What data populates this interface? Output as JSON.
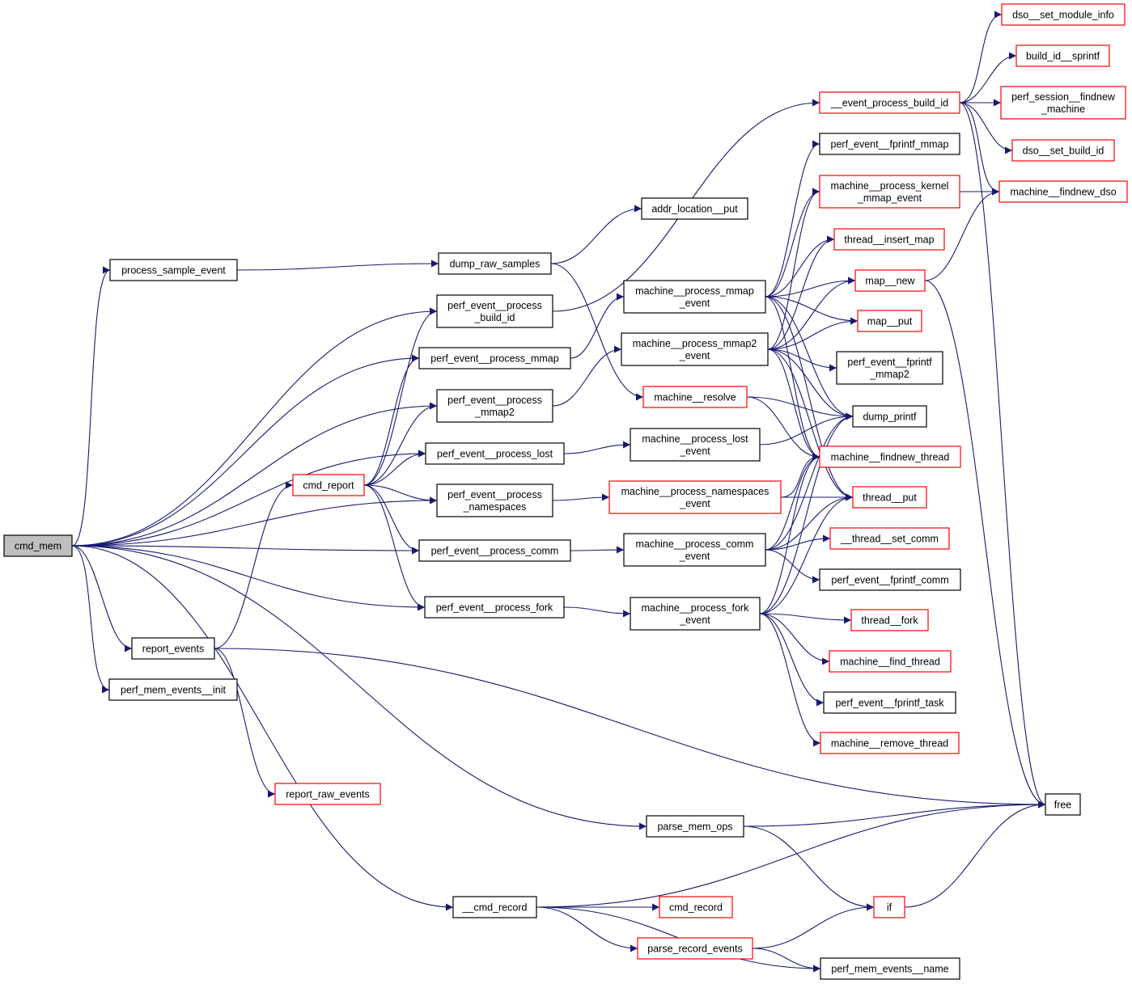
{
  "diagram": {
    "type": "call-graph",
    "colors": {
      "edge": "#191970",
      "root_fill": "#bfbfbf",
      "root_border": "#000000",
      "normal_border": "#000000",
      "truncated_border": "#ff0000",
      "node_fill": "#ffffff"
    },
    "nodes": [
      {
        "id": "cmd_mem",
        "lines": [
          "cmd_mem"
        ],
        "kind": "root"
      },
      {
        "id": "process_sample_event",
        "lines": [
          "process_sample_event"
        ],
        "kind": "normal"
      },
      {
        "id": "dump_raw_samples",
        "lines": [
          "dump_raw_samples"
        ],
        "kind": "normal"
      },
      {
        "id": "addr_location__put",
        "lines": [
          "addr_location__put"
        ],
        "kind": "normal"
      },
      {
        "id": "perf_event__process_build_id",
        "lines": [
          "perf_event__process",
          "_build_id"
        ],
        "kind": "normal"
      },
      {
        "id": "perf_event__process_mmap",
        "lines": [
          "perf_event__process_mmap"
        ],
        "kind": "normal"
      },
      {
        "id": "perf_event__process_mmap2",
        "lines": [
          "perf_event__process",
          "_mmap2"
        ],
        "kind": "normal"
      },
      {
        "id": "perf_event__process_lost",
        "lines": [
          "perf_event__process_lost"
        ],
        "kind": "normal"
      },
      {
        "id": "perf_event__process_namespaces",
        "lines": [
          "perf_event__process",
          "_namespaces"
        ],
        "kind": "normal"
      },
      {
        "id": "perf_event__process_comm",
        "lines": [
          "perf_event__process_comm"
        ],
        "kind": "normal"
      },
      {
        "id": "perf_event__process_fork",
        "lines": [
          "perf_event__process_fork"
        ],
        "kind": "normal"
      },
      {
        "id": "cmd_report",
        "lines": [
          "cmd_report"
        ],
        "kind": "truncated"
      },
      {
        "id": "report_events",
        "lines": [
          "report_events"
        ],
        "kind": "normal"
      },
      {
        "id": "perf_mem_events__init",
        "lines": [
          "perf_mem_events__init"
        ],
        "kind": "normal"
      },
      {
        "id": "report_raw_events",
        "lines": [
          "report_raw_events"
        ],
        "kind": "truncated"
      },
      {
        "id": "parse_mem_ops",
        "lines": [
          "parse_mem_ops"
        ],
        "kind": "normal"
      },
      {
        "id": "__cmd_record",
        "lines": [
          "__cmd_record"
        ],
        "kind": "normal"
      },
      {
        "id": "cmd_record",
        "lines": [
          "cmd_record"
        ],
        "kind": "truncated"
      },
      {
        "id": "parse_record_events",
        "lines": [
          "parse_record_events"
        ],
        "kind": "truncated"
      },
      {
        "id": "perf_mem_events__name",
        "lines": [
          "perf_mem_events__name"
        ],
        "kind": "normal"
      },
      {
        "id": "if",
        "lines": [
          "if"
        ],
        "kind": "truncated"
      },
      {
        "id": "free",
        "lines": [
          "free"
        ],
        "kind": "normal"
      },
      {
        "id": "machine__process_mmap_event",
        "lines": [
          "machine__process_mmap",
          "_event"
        ],
        "kind": "normal"
      },
      {
        "id": "machine__process_mmap2_event",
        "lines": [
          "machine__process_mmap2",
          "_event"
        ],
        "kind": "normal"
      },
      {
        "id": "machine__resolve",
        "lines": [
          "machine__resolve"
        ],
        "kind": "truncated"
      },
      {
        "id": "machine__process_lost_event",
        "lines": [
          "machine__process_lost",
          "_event"
        ],
        "kind": "normal"
      },
      {
        "id": "machine__process_namespaces_event",
        "lines": [
          "machine__process_namespaces",
          "_event"
        ],
        "kind": "truncated"
      },
      {
        "id": "machine__process_comm_event",
        "lines": [
          "machine__process_comm",
          "_event"
        ],
        "kind": "normal"
      },
      {
        "id": "machine__process_fork_event",
        "lines": [
          "machine__process_fork",
          "_event"
        ],
        "kind": "normal"
      },
      {
        "id": "__event_process_build_id",
        "lines": [
          "__event_process_build_id"
        ],
        "kind": "truncated"
      },
      {
        "id": "perf_event__fprintf_mmap",
        "lines": [
          "perf_event__fprintf_mmap"
        ],
        "kind": "normal"
      },
      {
        "id": "machine__process_kernel_mmap_event",
        "lines": [
          "machine__process_kernel",
          "_mmap_event"
        ],
        "kind": "truncated"
      },
      {
        "id": "thread__insert_map",
        "lines": [
          "thread__insert_map"
        ],
        "kind": "truncated"
      },
      {
        "id": "map__new",
        "lines": [
          "map__new"
        ],
        "kind": "truncated"
      },
      {
        "id": "map__put",
        "lines": [
          "map__put"
        ],
        "kind": "truncated"
      },
      {
        "id": "perf_event__fprintf_mmap2",
        "lines": [
          "perf_event__fprintf",
          "_mmap2"
        ],
        "kind": "normal"
      },
      {
        "id": "dump_printf",
        "lines": [
          "dump_printf"
        ],
        "kind": "normal"
      },
      {
        "id": "machine__findnew_thread",
        "lines": [
          "machine__findnew_thread"
        ],
        "kind": "truncated"
      },
      {
        "id": "thread__put",
        "lines": [
          "thread__put"
        ],
        "kind": "truncated"
      },
      {
        "id": "__thread__set_comm",
        "lines": [
          "__thread__set_comm"
        ],
        "kind": "truncated"
      },
      {
        "id": "perf_event__fprintf_comm",
        "lines": [
          "perf_event__fprintf_comm"
        ],
        "kind": "normal"
      },
      {
        "id": "thread__fork",
        "lines": [
          "thread__fork"
        ],
        "kind": "truncated"
      },
      {
        "id": "machine__find_thread",
        "lines": [
          "machine__find_thread"
        ],
        "kind": "truncated"
      },
      {
        "id": "perf_event__fprintf_task",
        "lines": [
          "perf_event__fprintf_task"
        ],
        "kind": "normal"
      },
      {
        "id": "machine__remove_thread",
        "lines": [
          "machine__remove_thread"
        ],
        "kind": "truncated"
      },
      {
        "id": "dso__set_module_info",
        "lines": [
          "dso__set_module_info"
        ],
        "kind": "truncated"
      },
      {
        "id": "build_id__sprintf",
        "lines": [
          "build_id__sprintf"
        ],
        "kind": "truncated"
      },
      {
        "id": "perf_session__findnew_machine",
        "lines": [
          "perf_session__findnew",
          "_machine"
        ],
        "kind": "truncated"
      },
      {
        "id": "dso__set_build_id",
        "lines": [
          "dso__set_build_id"
        ],
        "kind": "truncated"
      },
      {
        "id": "machine__findnew_dso",
        "lines": [
          "machine__findnew_dso"
        ],
        "kind": "truncated"
      }
    ],
    "edges": [
      [
        "cmd_mem",
        "process_sample_event"
      ],
      [
        "cmd_mem",
        "perf_event__process_build_id"
      ],
      [
        "cmd_mem",
        "perf_event__process_mmap"
      ],
      [
        "cmd_mem",
        "perf_event__process_mmap2"
      ],
      [
        "cmd_mem",
        "perf_event__process_lost"
      ],
      [
        "cmd_mem",
        "perf_event__process_namespaces"
      ],
      [
        "cmd_mem",
        "perf_event__process_comm"
      ],
      [
        "cmd_mem",
        "perf_event__process_fork"
      ],
      [
        "cmd_mem",
        "report_events"
      ],
      [
        "cmd_mem",
        "perf_mem_events__init"
      ],
      [
        "cmd_mem",
        "parse_mem_ops"
      ],
      [
        "cmd_mem",
        "__cmd_record"
      ],
      [
        "process_sample_event",
        "dump_raw_samples"
      ],
      [
        "dump_raw_samples",
        "addr_location__put"
      ],
      [
        "dump_raw_samples",
        "machine__resolve"
      ],
      [
        "report_events",
        "cmd_report"
      ],
      [
        "report_events",
        "report_raw_events"
      ],
      [
        "report_events",
        "free"
      ],
      [
        "cmd_report",
        "perf_event__process_build_id"
      ],
      [
        "cmd_report",
        "perf_event__process_mmap"
      ],
      [
        "cmd_report",
        "perf_event__process_mmap2"
      ],
      [
        "cmd_report",
        "perf_event__process_lost"
      ],
      [
        "cmd_report",
        "perf_event__process_namespaces"
      ],
      [
        "cmd_report",
        "perf_event__process_comm"
      ],
      [
        "cmd_report",
        "perf_event__process_fork"
      ],
      [
        "perf_event__process_build_id",
        "__event_process_build_id"
      ],
      [
        "perf_event__process_mmap",
        "machine__process_mmap_event"
      ],
      [
        "perf_event__process_mmap2",
        "machine__process_mmap2_event"
      ],
      [
        "perf_event__process_lost",
        "machine__process_lost_event"
      ],
      [
        "perf_event__process_namespaces",
        "machine__process_namespaces_event"
      ],
      [
        "perf_event__process_comm",
        "machine__process_comm_event"
      ],
      [
        "perf_event__process_fork",
        "machine__process_fork_event"
      ],
      [
        "machine__process_mmap_event",
        "perf_event__fprintf_mmap"
      ],
      [
        "machine__process_mmap_event",
        "machine__process_kernel_mmap_event"
      ],
      [
        "machine__process_mmap_event",
        "thread__insert_map"
      ],
      [
        "machine__process_mmap_event",
        "map__new"
      ],
      [
        "machine__process_mmap_event",
        "map__put"
      ],
      [
        "machine__process_mmap_event",
        "dump_printf"
      ],
      [
        "machine__process_mmap_event",
        "machine__findnew_thread"
      ],
      [
        "machine__process_mmap_event",
        "thread__put"
      ],
      [
        "machine__process_mmap2_event",
        "machine__process_kernel_mmap_event"
      ],
      [
        "machine__process_mmap2_event",
        "thread__insert_map"
      ],
      [
        "machine__process_mmap2_event",
        "map__new"
      ],
      [
        "machine__process_mmap2_event",
        "map__put"
      ],
      [
        "machine__process_mmap2_event",
        "perf_event__fprintf_mmap2"
      ],
      [
        "machine__process_mmap2_event",
        "dump_printf"
      ],
      [
        "machine__process_mmap2_event",
        "machine__findnew_thread"
      ],
      [
        "machine__process_mmap2_event",
        "thread__put"
      ],
      [
        "machine__resolve",
        "dump_printf"
      ],
      [
        "machine__resolve",
        "machine__findnew_thread"
      ],
      [
        "machine__process_lost_event",
        "dump_printf"
      ],
      [
        "machine__process_namespaces_event",
        "machine__findnew_thread"
      ],
      [
        "machine__process_namespaces_event",
        "thread__put"
      ],
      [
        "machine__process_comm_event",
        "dump_printf"
      ],
      [
        "machine__process_comm_event",
        "machine__findnew_thread"
      ],
      [
        "machine__process_comm_event",
        "thread__put"
      ],
      [
        "machine__process_comm_event",
        "__thread__set_comm"
      ],
      [
        "machine__process_comm_event",
        "perf_event__fprintf_comm"
      ],
      [
        "machine__process_fork_event",
        "dump_printf"
      ],
      [
        "machine__process_fork_event",
        "machine__findnew_thread"
      ],
      [
        "machine__process_fork_event",
        "thread__put"
      ],
      [
        "machine__process_fork_event",
        "thread__fork"
      ],
      [
        "machine__process_fork_event",
        "machine__find_thread"
      ],
      [
        "machine__process_fork_event",
        "perf_event__fprintf_task"
      ],
      [
        "machine__process_fork_event",
        "machine__remove_thread"
      ],
      [
        "machine__process_kernel_mmap_event",
        "machine__findnew_dso"
      ],
      [
        "__event_process_build_id",
        "dso__set_module_info"
      ],
      [
        "__event_process_build_id",
        "build_id__sprintf"
      ],
      [
        "__event_process_build_id",
        "perf_session__findnew_machine"
      ],
      [
        "__event_process_build_id",
        "dso__set_build_id"
      ],
      [
        "__event_process_build_id",
        "machine__findnew_dso"
      ],
      [
        "__event_process_build_id",
        "free"
      ],
      [
        "map__new",
        "machine__findnew_dso"
      ],
      [
        "map__new",
        "free"
      ],
      [
        "parse_mem_ops",
        "free"
      ],
      [
        "parse_mem_ops",
        "if"
      ],
      [
        "__cmd_record",
        "free"
      ],
      [
        "__cmd_record",
        "cmd_record"
      ],
      [
        "__cmd_record",
        "parse_record_events"
      ],
      [
        "__cmd_record",
        "perf_mem_events__name"
      ],
      [
        "parse_record_events",
        "if"
      ],
      [
        "parse_record_events",
        "perf_mem_events__name"
      ],
      [
        "if",
        "free"
      ]
    ]
  }
}
